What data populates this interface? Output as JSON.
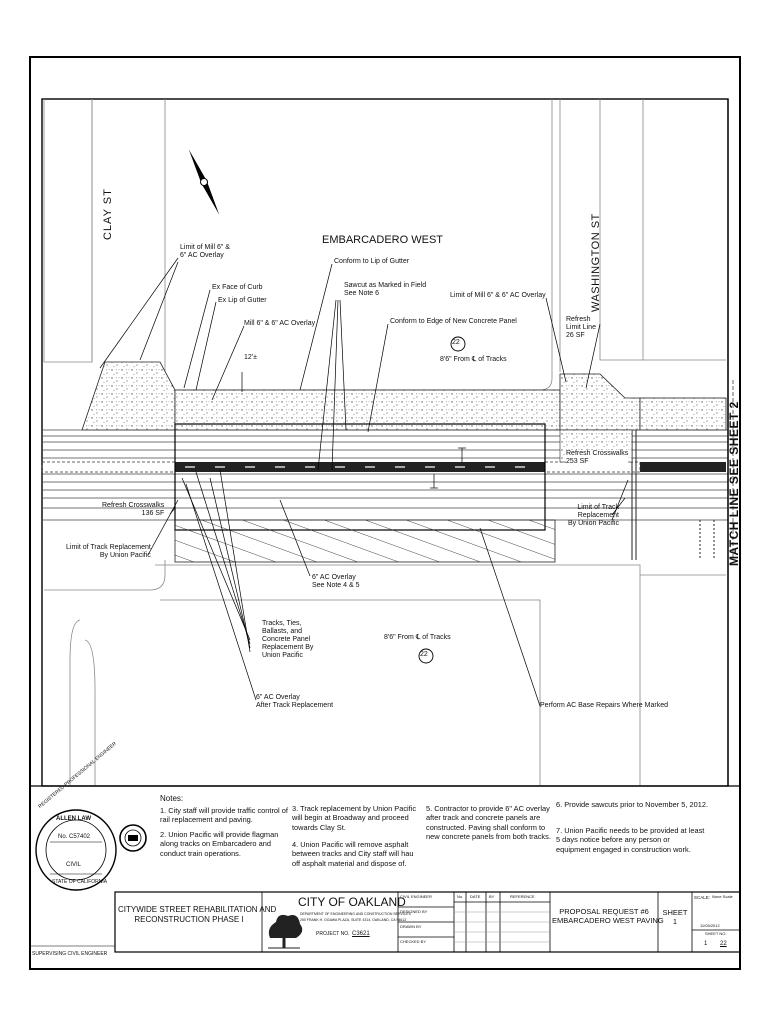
{
  "streets": {
    "clay": "CLAY ST",
    "embarcadero": "EMBARCADERO WEST",
    "washington": "WASHINGTON ST"
  },
  "match_line": "MATCH LINE SEE SHEET 2",
  "callouts": {
    "limit_mill_left": "Limit of Mill 6\" &\n6\" AC Overlay",
    "ex_face_curb": "Ex Face of Curb",
    "ex_lip_gutter": "Ex Lip of Gutter",
    "mill_overlay": "Mill 6\" & 6\" AC Overlay",
    "twelve": "12'±",
    "conform_lip": "Conform to Lip of Gutter",
    "sawcut": "Sawcut as Marked in Field\nSee Note 6",
    "conform_edge": "Conform to Edge of New Concrete Panel",
    "limit_mill_right": "Limit of Mill 6\" & 6\" AC Overlay",
    "refresh_limit": "Refresh\nLimit Line\n26 SF",
    "bubble_num": "22",
    "from_tracks_top": "8'6\" From ℄ of Tracks",
    "refresh_cw_right": "Refresh Crosswalks\n253 SF",
    "refresh_cw_left": "Refresh Crosswalks\n136 SF",
    "limit_track_left": "Limit of Track Replacement\nBy Union Pacific",
    "limit_track_right": "Limit of Track\nReplacement\nBy Union Pacific",
    "ac_overlay_note": "6\" AC Overlay\nSee Note 4 & 5",
    "tracks_ties": "Tracks, Ties,\nBallasts, and\nConcrete Panel\nReplacement By\nUnion Pacific",
    "from_tracks_bottom": "8'6\" From ℄ of Tracks",
    "after_track": "6\" AC Overlay\nAfter Track Replacement",
    "base_repairs": "Perform AC Base Repairs Where Marked"
  },
  "notes": {
    "title": "Notes:",
    "items": [
      "1. City staff will provide traffic control of rail replacement and paving.",
      "2. Union Pacific will provide flagman along tracks on Embarcadero and conduct train operations.",
      "3. Track replacement by Union Pacific will begin at Broadway and proceed towards Clay St.",
      "4. Union Pacific will remove asphalt between tracks and City staff will hau off asphalt material and dispose of.",
      "5. Contractor to provide 6\" AC overlay after track and concrete panels are constructed. Paving shall conform to new concrete panels from both tracks.",
      "6. Provide sawcuts prior to November 5, 2012.",
      "7. Union Pacific needs to be provided at least 5 days notice before any person or equipment engaged in construction work."
    ]
  },
  "seal": {
    "outer": "REGISTERED PROFESSIONAL ENGINEER",
    "state": "STATE OF CALIFORNIA",
    "name": "ALLEN LAW",
    "number": "No. C57402",
    "discipline": "CIVIL"
  },
  "supervising": "SUPERVISING CIVIL ENGINEER",
  "title_block": {
    "project": "CITYWIDE STREET REHABILITATION AND\nRECONSTRUCTION PHASE I",
    "city": "CITY OF OAKLAND",
    "dept": "DEPARTMENT OF ENGINEERING AND CONSTRUCTION SERVICES",
    "dept2": "250 FRANK H. OGAWA PLAZA, SUITE 4314, OAKLAND, CA 94612",
    "project_no_label": "PROJECT NO.",
    "project_no": "C3621",
    "col_no": "No.",
    "col_date": "DATE",
    "col_by": "BY",
    "col_rev": "REFERENCE",
    "civil_eng": "CIVIL ENGINEER",
    "designed": "DESIGNED BY",
    "drawn": "DRAWN BY",
    "checked": "CHECKED BY",
    "date_lbl": "DATE",
    "proposal": "PROPOSAL REQUEST #6\nEMBARCADERO WEST PAVING",
    "sheet": "SHEET 1",
    "scale": "SCALE:",
    "scale_val": "None Scale",
    "sheet_no_label": "SHEET NO.",
    "sheet_no": "1",
    "sheet_of": "22",
    "date_val": "11/05/2012"
  }
}
